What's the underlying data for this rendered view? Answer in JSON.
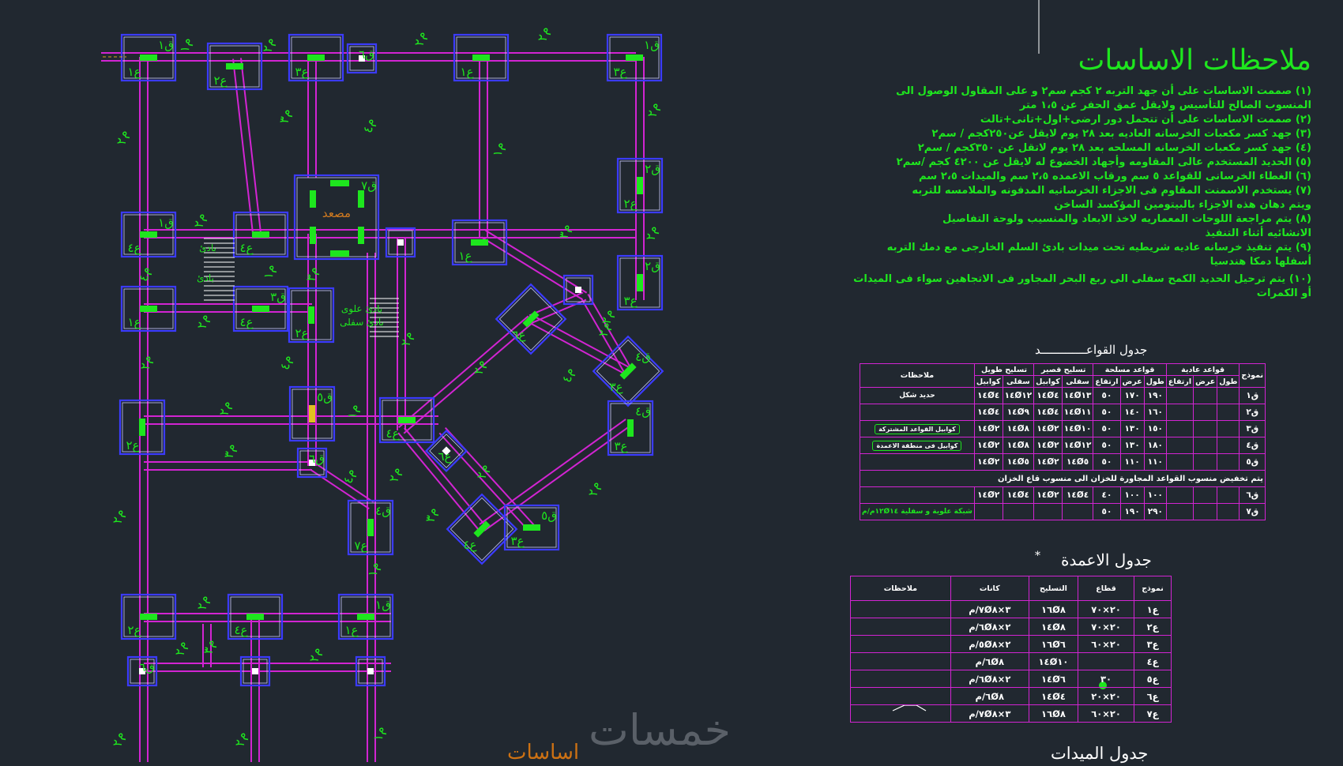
{
  "notes": {
    "title": "ملاحظات  الاساسات",
    "items": [
      "(١) صممت الاساسات على أن جهد التربه ٢ كجم سم٢ و على المقاول الوصول الى",
      "المنسوب الصالح للتأسيس ولايقل عمق الحفر عن ١،٥ متر",
      "(٢) صممت الاساسات على أن تتحمل دور ارضى+اول+تانى+تالت",
      "(٣) جهد كسر مكعبات الخرسانه العاديه بعد ٢٨ يوم لايقل عن٢٥٠كجم / سم٢",
      "(٤) جهد كسر مكعبات الخرسانه المسلحه بعد ٢٨ يوم لاتقل عن ٣٥٠كجم / سم٢",
      "(٥) الحديد المستخدم عالى المقاومه وأجهاد الخضوع له لايقل عن ٤٢٠٠ كجم /سم٢",
      "(٦) الغطاء الخرسانى للقواعد ٥ سم ورقاب الاعمده ٢،٥ سم والميدات ٢،٥ سم",
      "(٧) يستخدم الاسمنت المقاوم فى الاجزاء الخرسانيه المدفونه والملامسه للتربه",
      "ويتم دهان هذه الاجزاء بالبيتومين المؤكسد الساخن",
      "(٨) يتم مراجعة اللوحات المعماريه لاخذ الابعاد والمنسيب ولوحة التفاصيل",
      "الانشائيه أثناء التنفيذ",
      "(٩) يتم تنفيذ خرسانه عاديه شريطيه تحت ميدات بادئ السلم الخارجى مع دمك التربه",
      "أسفلها دمكا هندسيا",
      "(١٠) يتم ترحيل الحديد الكمح سفلى الى ربع البحر المجاور فى الاتجاهين سواء فى الميدات",
      "أو الكمرات"
    ]
  },
  "footings_table": {
    "title": "جدول القواعـــــــــــــد",
    "head_top": [
      "نموذج",
      "قواعد عادية",
      "قواعد مسلحة",
      "تسليح قصير",
      "تسليح طويل",
      "ملاحظات"
    ],
    "head_sub": [
      "طول",
      "عرض",
      "ارتفاع",
      "طول",
      "عرض",
      "ارتفاع",
      "سفلى",
      "كوابيل",
      "سفلى",
      "كوابيل"
    ],
    "rows": [
      [
        "ق١",
        "",
        "",
        "",
        "١٩٠",
        "١٧٠",
        "٥٠",
        "١٤Ø١٣",
        "١٤Ø٤",
        "١٤Ø١٢",
        "١٤Ø٤",
        "حديد شكل"
      ],
      [
        "ق٢",
        "",
        "",
        "",
        "١٦٠",
        "١٤٠",
        "٥٠",
        "١٤Ø١١",
        "١٤Ø٤",
        "١٤Ø٩",
        "١٤Ø٤",
        ""
      ],
      [
        "ق٣",
        "",
        "",
        "",
        "١٥٠",
        "١٣٠",
        "٥٠",
        "١٤Ø١٠",
        "١٤Ø٢",
        "١٤Ø٨",
        "١٤Ø٢",
        "كوابيل القواعد المشتركة"
      ],
      [
        "ق٤",
        "",
        "",
        "",
        "١٨٠",
        "١٣٠",
        "٥٠",
        "١٤Ø١٢",
        "١٤Ø٢",
        "١٤Ø٨",
        "١٤Ø٢",
        "كوابيل فى منطقة الاعمدة"
      ],
      [
        "ق٥",
        "",
        "",
        "",
        "١١٠",
        "١١٠",
        "٥٠",
        "١٤Ø٥",
        "١٤Ø٢",
        "١٤Ø٥",
        "١٤Ø٢",
        ""
      ]
    ],
    "span_note": "يتم تخفيض منسوب القواعد المجاورة للخزان الى منسوب قاع الخزان",
    "rows2": [
      [
        "ق٦",
        "",
        "",
        "",
        "١٠٠",
        "١٠٠",
        "٤٠",
        "١٤Ø٤",
        "١٤Ø٢",
        "١٤Ø٤",
        "١٤Ø٢",
        ""
      ],
      [
        "ق٧",
        "",
        "",
        "",
        "٢٩٠",
        "١٩٠",
        "٥٠",
        "",
        "",
        "",
        "",
        "شبكة علوية و سفلية ١٢Ø١٤م/م"
      ]
    ]
  },
  "columns_table": {
    "title": "جدول الاعمدة",
    "marker": "*",
    "head": [
      "نموذج",
      "قطاع",
      "التسليح",
      "كانات",
      "ملاحظات"
    ],
    "rows": [
      [
        "ع١",
        "٢٠×٧٠",
        "١٦Ø٨",
        "٣×٧Ø٨/م",
        ""
      ],
      [
        "ع٢",
        "٢٠×٧٠",
        "١٤Ø٨",
        "٢×٦Ø٨/م",
        ""
      ],
      [
        "ع٣",
        "٢٠×٦٠",
        "١٦Ø٦",
        "٢×٥Ø٨/م",
        ""
      ],
      [
        "ع٤",
        "",
        "١٤Ø١٠",
        "٦Ø٨/م",
        ""
      ],
      [
        "ع٥",
        "٣٠",
        "١٤Ø٦",
        "٢×٦Ø٨/م",
        ""
      ],
      [
        "ع٦",
        "٢٠×٢٠",
        "١٤Ø٤",
        "٦Ø٨/م",
        ""
      ],
      [
        "ع٧",
        "٢٠×٦٠",
        "١٦Ø٨",
        "٣×٧Ø٨/م",
        ""
      ]
    ]
  },
  "beams_title": "جدول الميدات",
  "plan": {
    "footing_labels": [
      "ق١",
      "ق١",
      "ق١",
      "ق١",
      "ق٢",
      "ق٢",
      "ق٢",
      "ق٣",
      "ق٣",
      "ق٣",
      "ق٣",
      "ق٤",
      "ق٤",
      "ق٤",
      "ق٤",
      "ق٤",
      "ق٥",
      "ق٥",
      "ق٥",
      "ق٥",
      "ق٥",
      "ق٥",
      "ق٦",
      "ق٦",
      "ق٦",
      "ق٧"
    ],
    "column_labels": [
      "ع١",
      "ع٢",
      "ع٣",
      "ع٤",
      "ع٥",
      "ع٦",
      "ع٧"
    ],
    "beam_label": "م٢",
    "beam_label_alt": "م١",
    "beam_label_3": "م٣",
    "beam_label_4": "م٤",
    "elevator_label": "مصعد",
    "stair_up": "بادئ علوى",
    "stair_down": "بادئ سفلى",
    "stair_mark": "بادئ"
  },
  "watermark": {
    "main": "خمسات",
    "sub": "اساسات"
  },
  "colors": {
    "beam": "#d224d2",
    "footing": "#3b3bff",
    "column": "#1ee61e",
    "text": "#1ee61e",
    "bg": "#212830"
  }
}
